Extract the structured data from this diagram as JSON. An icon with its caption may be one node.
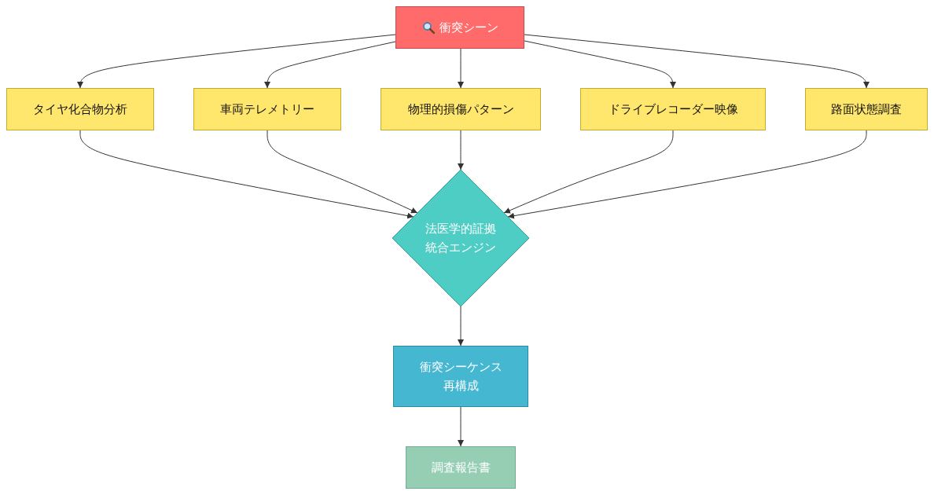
{
  "diagram": {
    "nodes": [
      {
        "text": [
          "衝突シーン"
        ]
      },
      {
        "text": [
          "タイヤ化合物分析"
        ]
      },
      {
        "text": [
          "車両テレメトリー"
        ]
      },
      {
        "text": [
          "物理的損傷パターン"
        ]
      },
      {
        "text": [
          "ドライブレコーダー映像"
        ]
      },
      {
        "text": [
          "路面状態調査"
        ]
      },
      {
        "text": [
          "法医学的証拠統合エンジン"
        ]
      },
      {
        "text": [
          "衝突シーケンス再構成"
        ]
      },
      {
        "text": [
          "調査報告書"
        ]
      }
    ],
    "edges": [
      {
        "from": 0,
        "to": 1,
        "arrow": "to"
      },
      {
        "from": 0,
        "to": 2,
        "arrow": "to"
      },
      {
        "from": 0,
        "to": 3,
        "arrow": "to"
      },
      {
        "from": 0,
        "to": 4,
        "arrow": "to"
      },
      {
        "from": 0,
        "to": 5,
        "arrow": "to"
      },
      {
        "from": 1,
        "to": 6,
        "arrow": "to"
      },
      {
        "from": 2,
        "to": 6,
        "arrow": "to"
      },
      {
        "from": 3,
        "to": 6,
        "arrow": "to"
      },
      {
        "from": 4,
        "to": 6,
        "arrow": "to"
      },
      {
        "from": 5,
        "to": 6,
        "arrow": "to"
      },
      {
        "from": 6,
        "to": 7,
        "arrow": "to"
      },
      {
        "from": 7,
        "to": 8,
        "arrow": "to"
      }
    ]
  }
}
